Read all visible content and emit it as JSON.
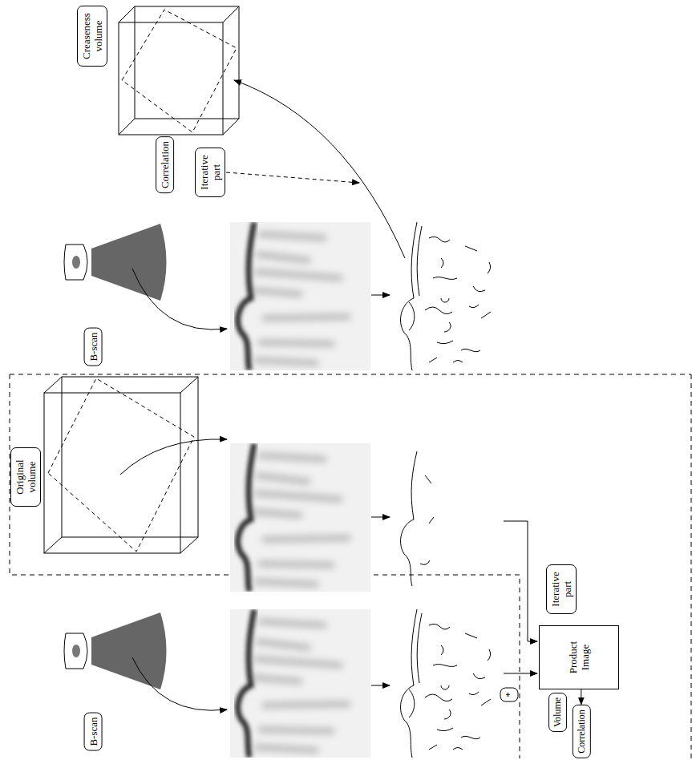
{
  "diagram": {
    "nodes": [
      {
        "text": [
          "Creaseness volume"
        ]
      },
      {
        "text": [
          "Correlation"
        ]
      },
      {
        "text": [
          "Iterative part"
        ]
      },
      {
        "text": [
          "B-scan"
        ]
      },
      {
        "text": [
          "Original volume"
        ]
      },
      {
        "text": [
          "Iterative part"
        ]
      },
      {
        "text": [
          "B-scan"
        ]
      },
      {
        "text": [
          "*"
        ]
      },
      {
        "text": [
          "Product Image"
        ]
      },
      {
        "text": [
          "Volume"
        ]
      },
      {
        "text": [
          "Correlation"
        ]
      }
    ],
    "edges": [
      {
        "from": 8,
        "to": 10,
        "arrow": "to"
      }
    ]
  }
}
